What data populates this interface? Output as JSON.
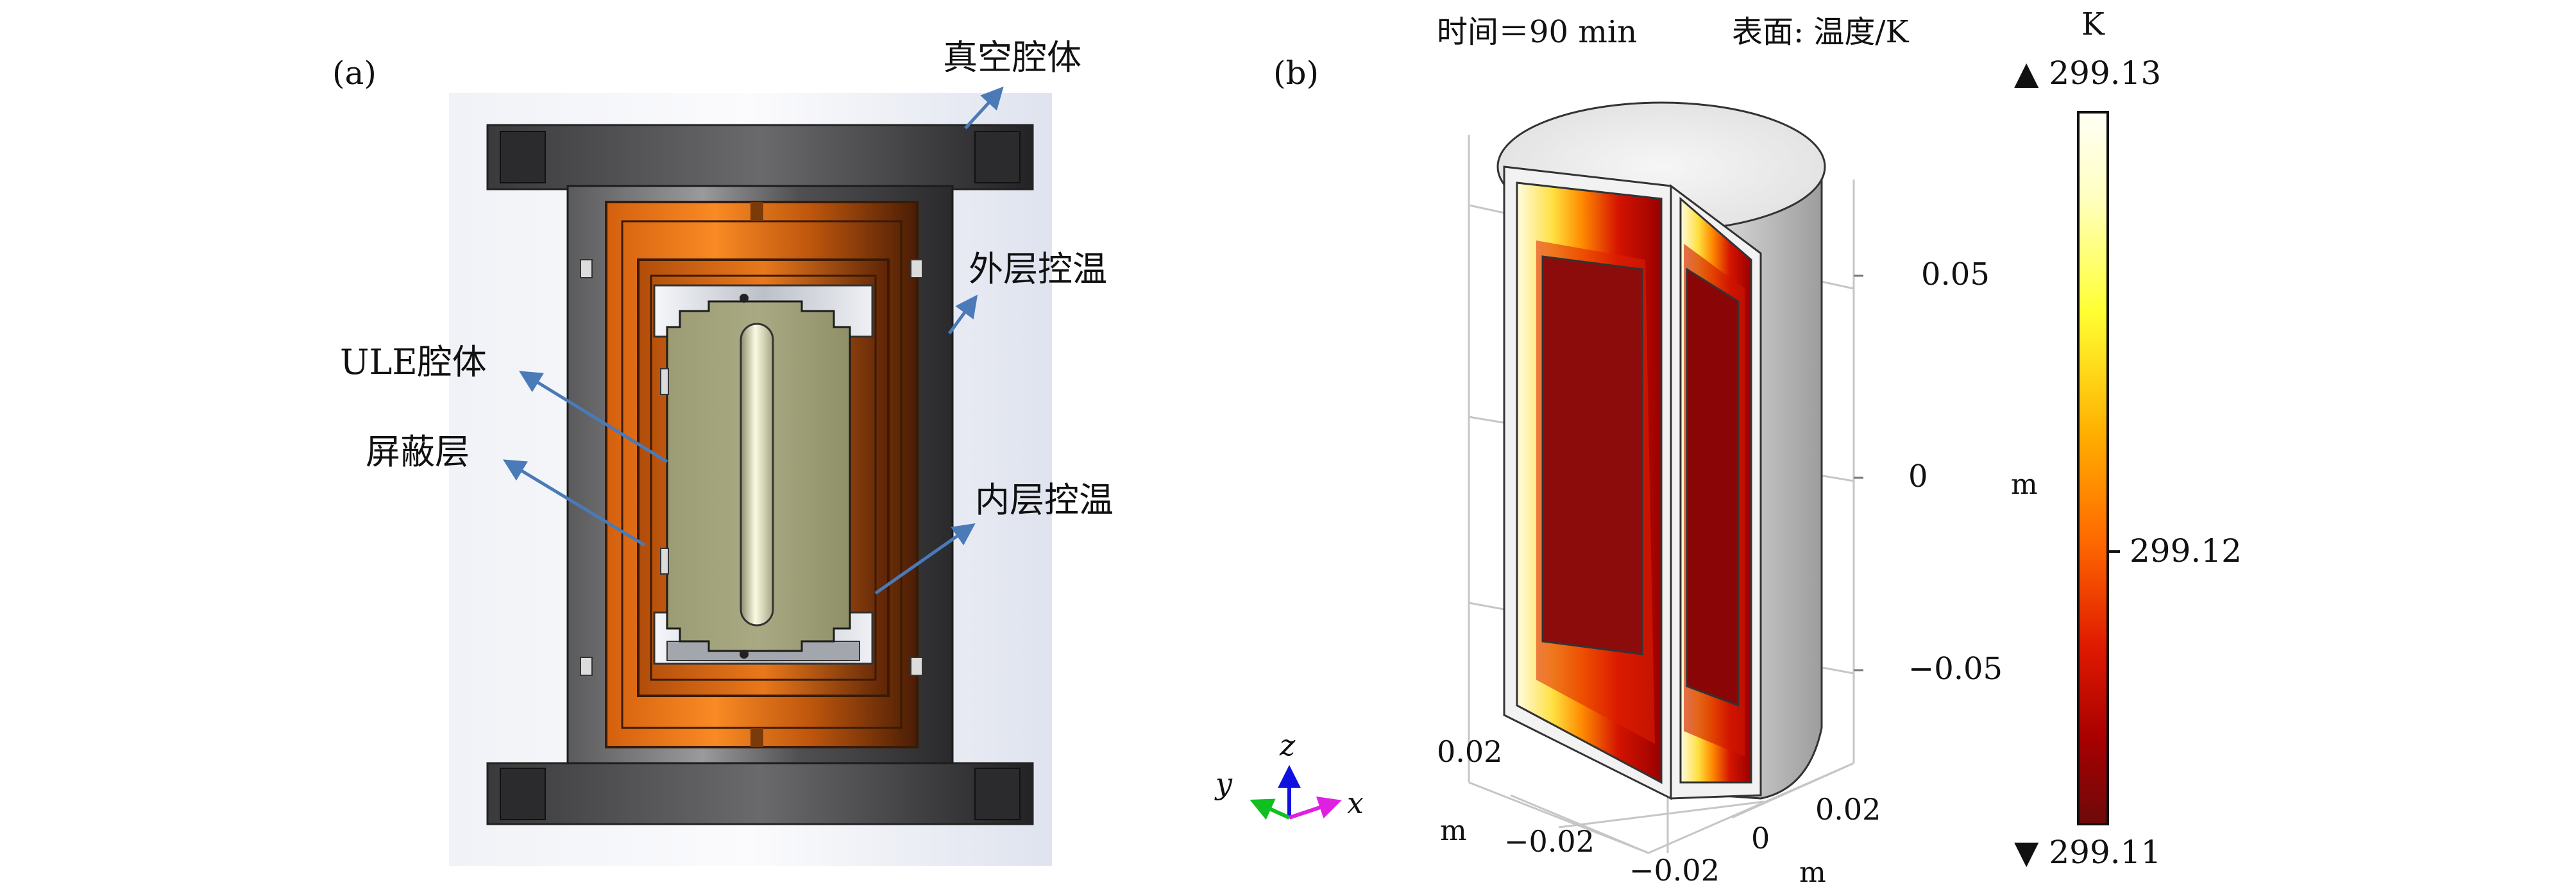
{
  "panel_a": {
    "label": "(a)",
    "callouts": {
      "vacuum_chamber": "真空腔体",
      "outer_temp": "外层控温",
      "ule_cavity": "ULE腔体",
      "shield": "屏蔽层",
      "inner_temp": "内层控温"
    }
  },
  "panel_b": {
    "label": "(b)",
    "title": "时间＝90 min",
    "surface": "表面: 温度/K",
    "z_axis": {
      "ticks": [
        "0.05",
        "0",
        "−0.05"
      ],
      "unit": "m"
    },
    "base_axes": {
      "left_tick_top": "0.02",
      "left_unit": "m",
      "left_tick_mid": "−0.02",
      "center_tick_left": "−0.02",
      "center_tick_zero": "0",
      "right_tick": "0.02",
      "right_unit": "m"
    },
    "triad": {
      "x": "x",
      "y": "y",
      "z": "z"
    },
    "colorbar": {
      "unit": "K",
      "max": "▲ 299.13",
      "mid": "299.12",
      "min": "▼ 299.11",
      "colors": [
        "#6e0a0a",
        "#a80000",
        "#e01a00",
        "#ff6a00",
        "#ffb000",
        "#ffff30",
        "#ffffc8",
        "#fffff6"
      ]
    }
  }
}
